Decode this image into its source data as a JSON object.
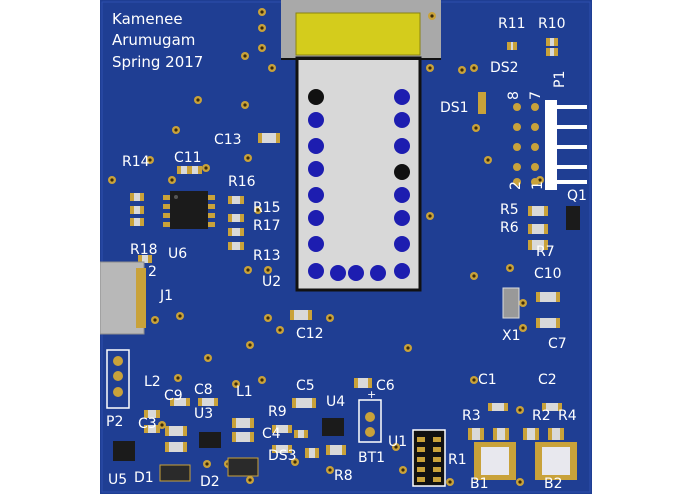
{
  "board": {
    "credit_lines": [
      "Kamenee",
      "Arumugam",
      "Spring 2017"
    ],
    "colors": {
      "substrate": "#1f3e93",
      "pad_gold": "#c9a23a",
      "silk": "#ffffff",
      "module_yellow": "#d4cc1c",
      "module_body": "#d8d8d8",
      "ic_black": "#1b1b1b"
    }
  },
  "labels": {
    "R11": "R11",
    "R10": "R10",
    "DS2": "DS2",
    "P1": "P1",
    "DS1": "DS1",
    "pin8": "8",
    "pin7": "7",
    "pin2": "2",
    "pin1": "1",
    "C13": "C13",
    "R14": "R14",
    "C11": "C11",
    "R16": "R16",
    "R15": "R15",
    "R17": "R17",
    "R13": "R13",
    "R18": "R18",
    "U6": "U6",
    "U2": "U2",
    "J1": "J1",
    "J1_2": "2",
    "C12": "C12",
    "Q1": "Q1",
    "R5": "R5",
    "R6": "R6",
    "R7": "R7",
    "C10": "C10",
    "X1": "X1",
    "C7": "C7",
    "L2": "L2",
    "C9": "C9",
    "C8": "C8",
    "L1": "L1",
    "C5": "C5",
    "C6": "C6",
    "C3": "C3",
    "U3": "U3",
    "R9": "R9",
    "U4": "U4",
    "C4": "C4",
    "P2": "P2",
    "DS3": "DS3",
    "BT1": "BT1",
    "U1": "U1",
    "U5": "U5",
    "D1": "D1",
    "D2": "D2",
    "R8": "R8",
    "C1": "C1",
    "C2": "C2",
    "R3": "R3",
    "R2": "R2",
    "R4": "R4",
    "R1": "R1",
    "B1": "B1",
    "B2": "B2",
    "plus": "+"
  }
}
